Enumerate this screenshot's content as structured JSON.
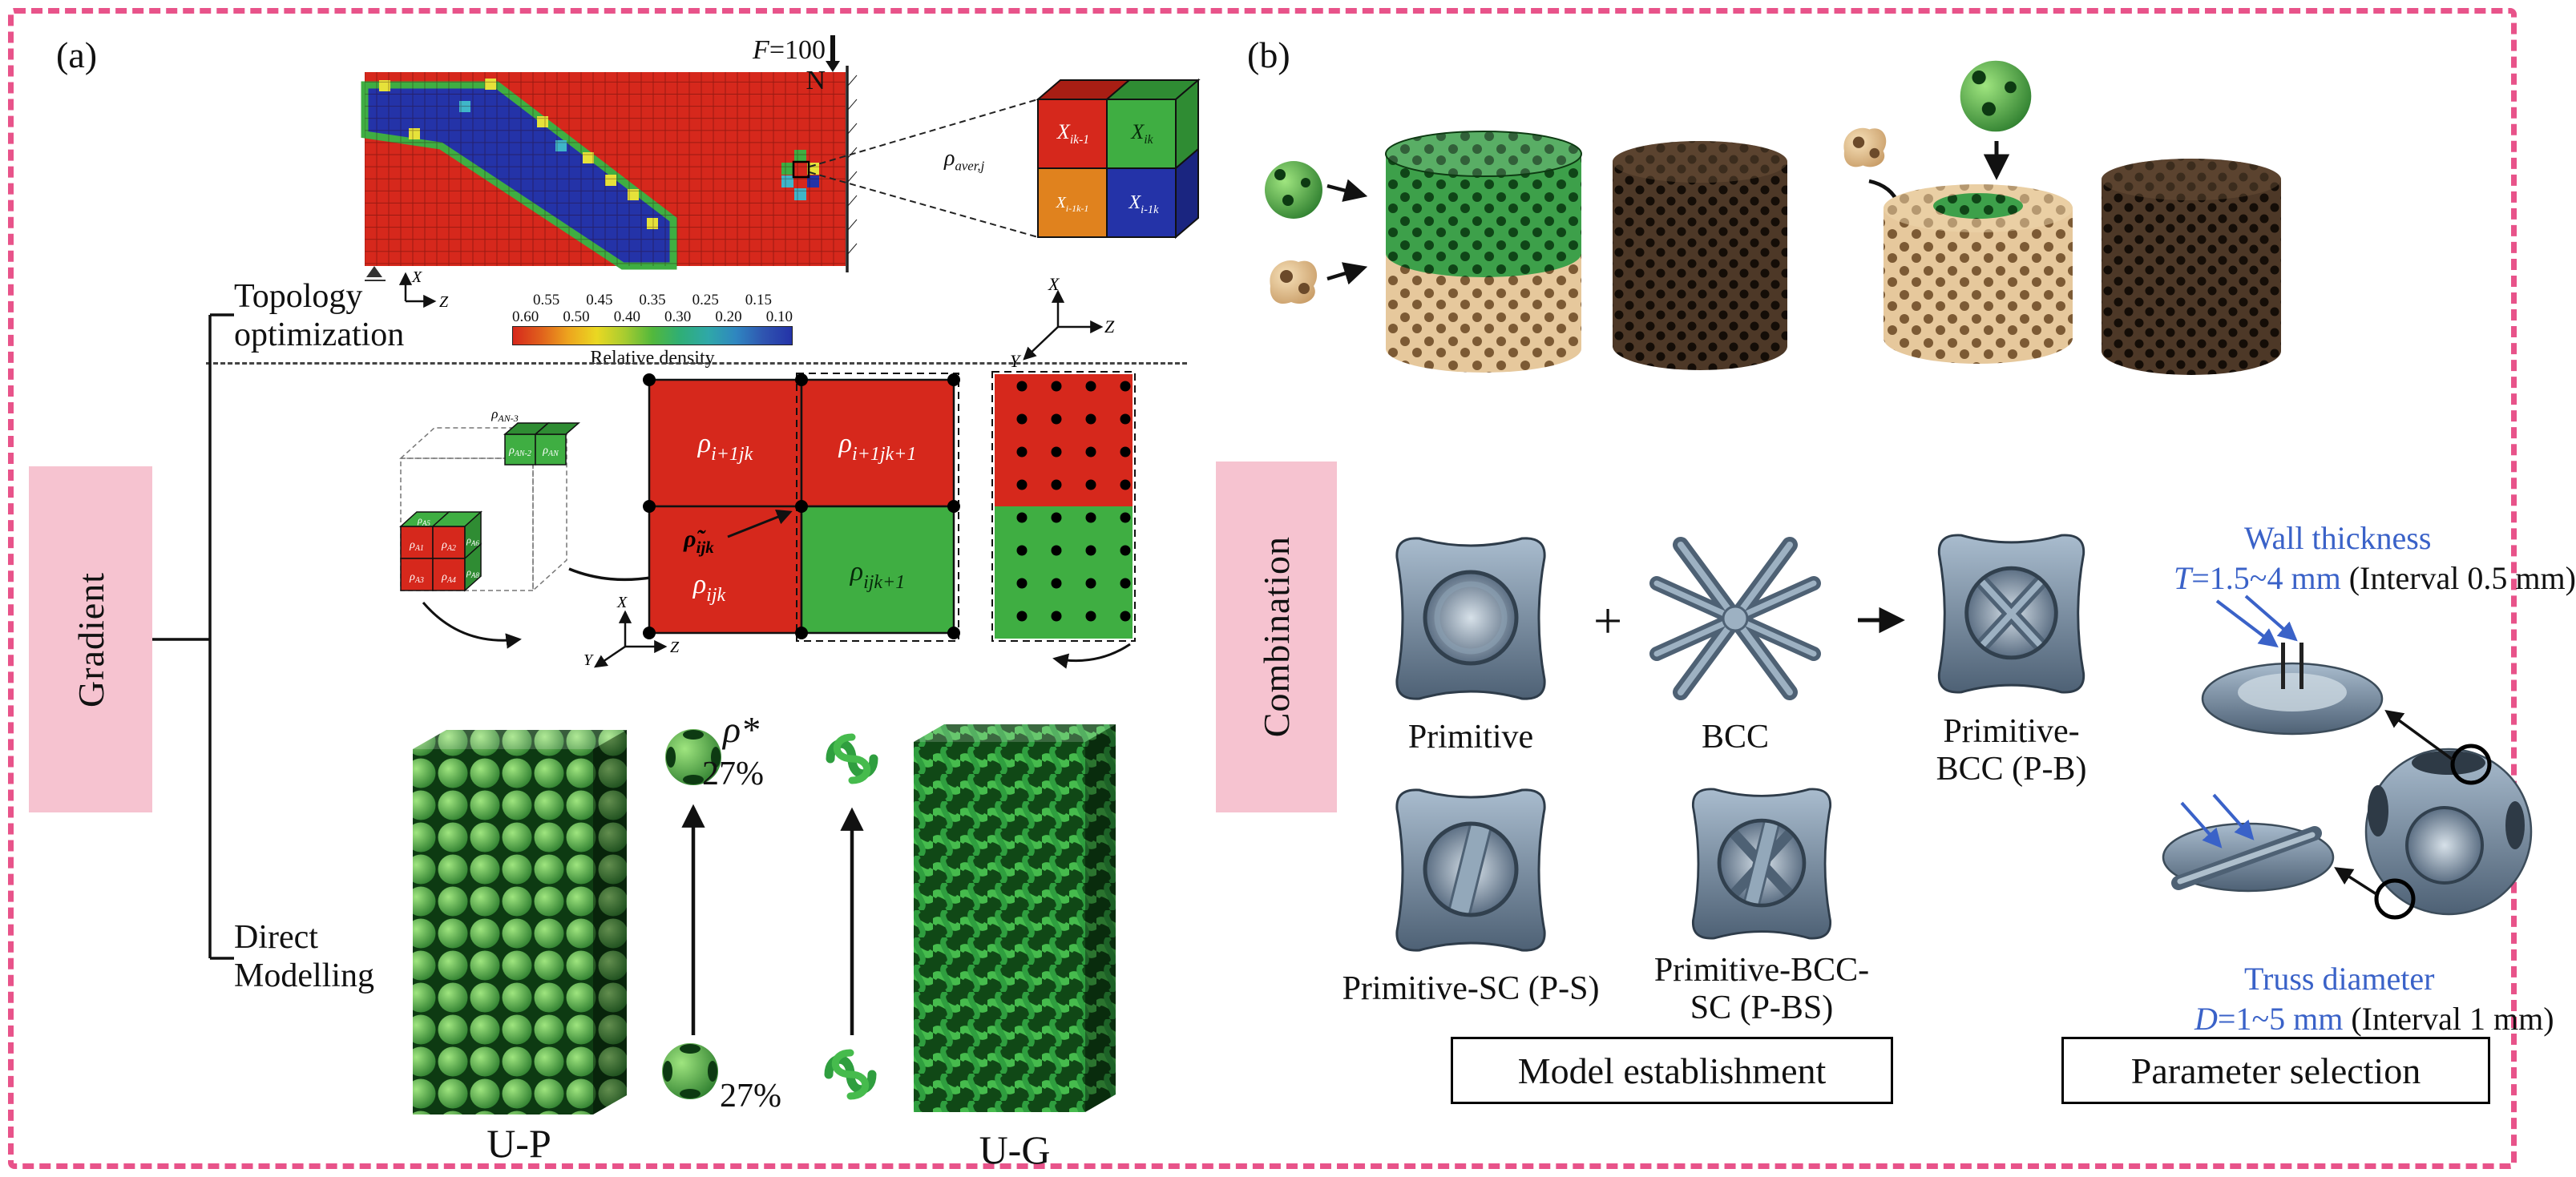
{
  "palette": {
    "frame_pink": "#e8538a",
    "side_box_pink": "#f6c3d0",
    "cell_red": "#d6281c",
    "cell_green": "#3fae42",
    "cell_blue": "#2433a8",
    "cell_orange": "#e0821e",
    "cell_yellow": "#e6e23a",
    "lattice_green": "#2f9e3f",
    "tpms_slate": "#6b7f94",
    "scaffold_tan": "#e3c49a",
    "scaffold_brown": "#4a3626",
    "annotation_blue": "#3a62c8"
  },
  "panel_a": {
    "label": "(a)",
    "side_box": "Gradient",
    "topology_label": [
      "Topology",
      "optimization"
    ],
    "direct_label": [
      "Direct",
      "Modelling"
    ],
    "force": {
      "symbol": "F",
      "rest": "=100 N"
    },
    "aver": {
      "base": "ρ",
      "sub": "aver,j"
    },
    "detail_cells": [
      {
        "base": "X",
        "sub": "ik-1"
      },
      {
        "base": "X",
        "sub": "ik"
      },
      {
        "base": "X",
        "sub": "i-1k-1"
      },
      {
        "base": "X",
        "sub": "i-1k"
      }
    ],
    "grid_axes": {
      "vertical": "X",
      "horizontal": "Z"
    },
    "cube_axes": {
      "up": "X",
      "diag": "Y",
      "right": "Z"
    },
    "colorbar": {
      "title": "Relative density",
      "ticks_upper": [
        "0.55",
        "0.45",
        "0.35",
        "0.25",
        "0.15"
      ],
      "ticks_lower": [
        "0.60",
        "0.50",
        "0.40",
        "0.30",
        "0.20",
        "0.10"
      ]
    },
    "cluster_cells": [
      {
        "base": "ρ",
        "sub": "AN-3"
      },
      {
        "base": "ρ",
        "sub": "AN-2"
      },
      {
        "base": "ρ",
        "sub": "AN"
      },
      {
        "base": "ρ",
        "sub": "A5"
      },
      {
        "base": "ρ",
        "sub": "A1"
      },
      {
        "base": "ρ",
        "sub": "A2"
      },
      {
        "base": "ρ",
        "sub": "A6"
      },
      {
        "base": "ρ",
        "sub": "A3"
      },
      {
        "base": "ρ",
        "sub": "A4"
      },
      {
        "base": "ρ",
        "sub": "A8"
      }
    ],
    "interp_cells": [
      {
        "base": "ρ",
        "sub": "i+1jk"
      },
      {
        "base": "ρ",
        "sub": "i+1jk+1"
      },
      {
        "base": "ρ",
        "sub": "ijk"
      },
      {
        "base": "ρ",
        "sub": "ijk+1"
      }
    ],
    "interp_point": {
      "base": "ρ̃",
      "sub": "ijk"
    },
    "interp_axes": {
      "up": "X",
      "diag": "Y",
      "right": "Z"
    },
    "rho_star": "ρ*",
    "percent_top": "27%",
    "percent_bottom": "27%",
    "unit_left": "U-P",
    "unit_right": "U-G"
  },
  "panel_b": {
    "label": "(b)",
    "side_box": "Combination",
    "plus": "+",
    "cell_labels": {
      "primitive": "Primitive",
      "bcc": "BCC",
      "pb_line1": "Primitive-",
      "pb_line2": "BCC (P-B)",
      "ps": "Primitive-SC (P-S)",
      "pbs_line1": "Primitive-BCC-",
      "pbs_line2": "SC (P-BS)"
    },
    "wall": {
      "title": "Wall thickness",
      "symbol": "T",
      "range": "=1.5~4 mm",
      "interval": " (Interval 0.5 mm)"
    },
    "truss": {
      "title": "Truss diameter",
      "symbol": "D",
      "range": "=1~5 mm",
      "interval": " (Interval 1 mm)"
    },
    "captions": {
      "model": "Model establishment",
      "parameter": "Parameter selection"
    }
  }
}
